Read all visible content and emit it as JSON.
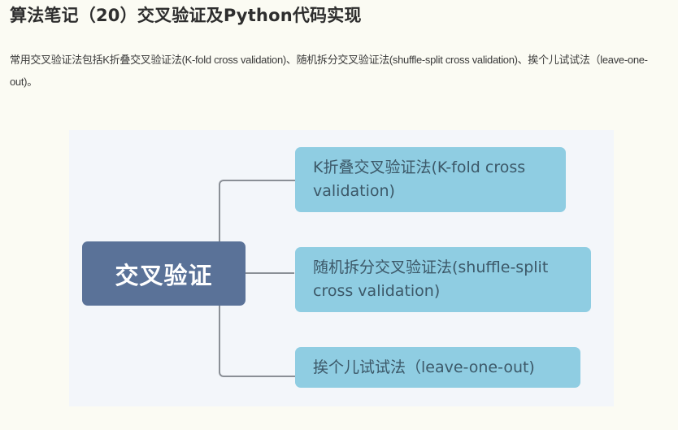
{
  "article": {
    "title": "算法笔记（20）交叉验证及Python代码实现",
    "intro": "常用交叉验证法包括K折叠交叉验证法(K-fold cross validation)、随机拆分交叉验证法(shuffle-split cross validation)、挨个儿试试法（leave-one-out)。"
  },
  "diagram": {
    "root": {
      "label": "交叉验证",
      "color": "#5a7298"
    },
    "children": [
      {
        "label": "K折叠交叉验证法(K-fold cross validation)"
      },
      {
        "label": "随机拆分交叉验证法(shuffle-split cross validation)"
      },
      {
        "label": "挨个儿试试法（leave-one-out)"
      }
    ],
    "child_color": "#8fcde2",
    "connector_color": "#8a8f96"
  }
}
